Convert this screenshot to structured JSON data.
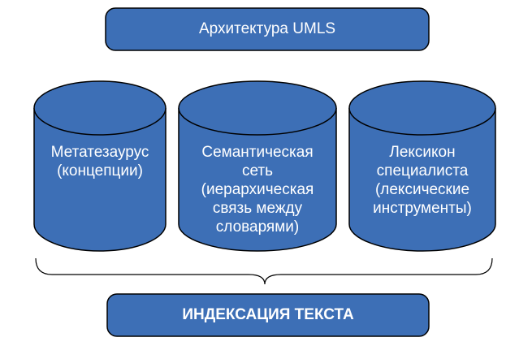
{
  "header": {
    "title": "Архитектура UMLS"
  },
  "components": [
    {
      "label": "Метатезаурус\n(концепции)"
    },
    {
      "label": "Семантическая\nсеть\n(иерархическая\nсвязь между\nсловарями)"
    },
    {
      "label": "Лексикон\nспециалиста\n(лексические\nинструменты)"
    }
  ],
  "footer": {
    "title": "ИНДЕКСАЦИЯ ТЕКСТА"
  },
  "colors": {
    "fill": "#3d6fb6",
    "stroke": "#000000"
  }
}
